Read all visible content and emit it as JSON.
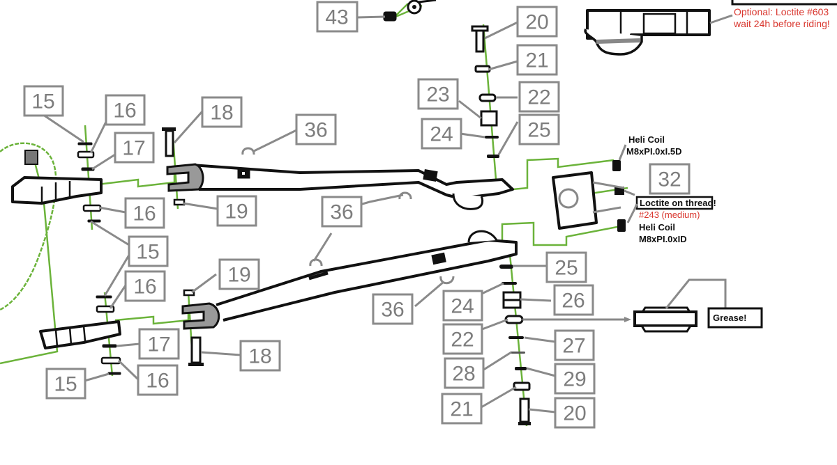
{
  "diagram": {
    "title": "Swingarm exploded assembly view",
    "colors": {
      "callout_border": "#8a8a8a",
      "callout_text": "#7d7d7d",
      "assembly_line": "#6bb33a",
      "part_outline": "#111111",
      "warning_text": "#d9372f"
    },
    "callouts": [
      {
        "id": "c43",
        "label": "43"
      },
      {
        "id": "c20a",
        "label": "20"
      },
      {
        "id": "c21a",
        "label": "21"
      },
      {
        "id": "c22a",
        "label": "22"
      },
      {
        "id": "c23",
        "label": "23"
      },
      {
        "id": "c24a",
        "label": "24"
      },
      {
        "id": "c25a",
        "label": "25"
      },
      {
        "id": "c15a",
        "label": "15"
      },
      {
        "id": "c16a",
        "label": "16"
      },
      {
        "id": "c17a",
        "label": "17"
      },
      {
        "id": "c18a",
        "label": "18"
      },
      {
        "id": "c36a",
        "label": "36"
      },
      {
        "id": "c16b",
        "label": "16"
      },
      {
        "id": "c19a",
        "label": "19"
      },
      {
        "id": "c36b",
        "label": "36"
      },
      {
        "id": "c15b",
        "label": "15"
      },
      {
        "id": "c16c",
        "label": "16"
      },
      {
        "id": "c19b",
        "label": "19"
      },
      {
        "id": "c36c",
        "label": "36"
      },
      {
        "id": "c32",
        "label": "32"
      },
      {
        "id": "c25b",
        "label": "25"
      },
      {
        "id": "c24b",
        "label": "24"
      },
      {
        "id": "c26",
        "label": "26"
      },
      {
        "id": "c22b",
        "label": "22"
      },
      {
        "id": "c27",
        "label": "27"
      },
      {
        "id": "c17b",
        "label": "17"
      },
      {
        "id": "c18b",
        "label": "18"
      },
      {
        "id": "c28",
        "label": "28"
      },
      {
        "id": "c29",
        "label": "29"
      },
      {
        "id": "c15c",
        "label": "15"
      },
      {
        "id": "c16d",
        "label": "16"
      },
      {
        "id": "c21b",
        "label": "21"
      },
      {
        "id": "c20b",
        "label": "20"
      }
    ],
    "notes": {
      "loctite_603_line1": "Optional: Loctite #603",
      "loctite_603_line2": "wait 24h before riding!",
      "heli_coil_top_line1": "Heli Coil",
      "heli_coil_top_line2": "M8xPI.0xI.5D",
      "loctite_thread": "Loctite on thread!",
      "loctite_243": "#243 (medium)",
      "heli_coil_bottom_line1": "Heli Coil",
      "heli_coil_bottom_line2": "M8xPI.0xID",
      "grease": "Grease!"
    }
  }
}
